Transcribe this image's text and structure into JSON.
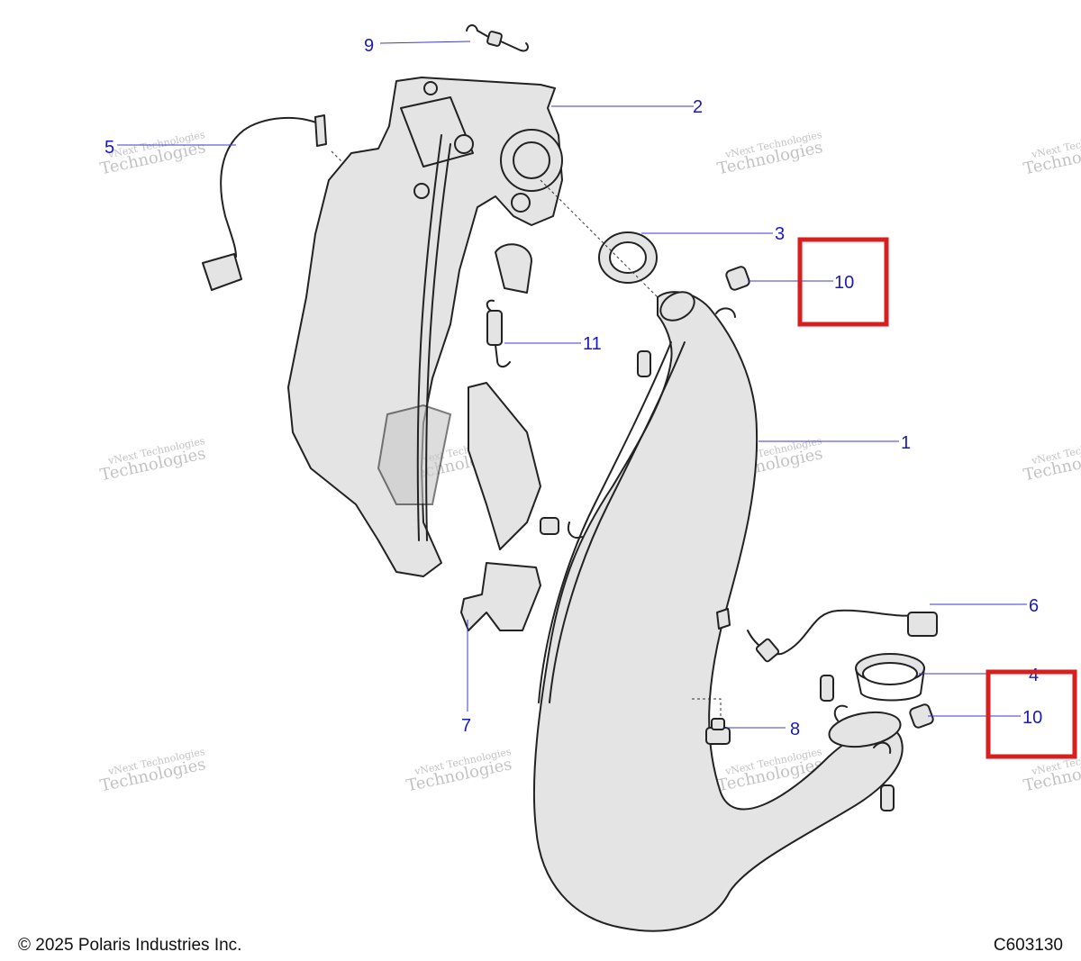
{
  "callouts": [
    {
      "id": "9",
      "label": "9"
    },
    {
      "id": "2",
      "label": "2"
    },
    {
      "id": "5",
      "label": "5"
    },
    {
      "id": "3",
      "label": "3"
    },
    {
      "id": "10a",
      "label": "10"
    },
    {
      "id": "11",
      "label": "11"
    },
    {
      "id": "1",
      "label": "1"
    },
    {
      "id": "6",
      "label": "6"
    },
    {
      "id": "4",
      "label": "4"
    },
    {
      "id": "10b",
      "label": "10"
    },
    {
      "id": "7",
      "label": "7"
    },
    {
      "id": "8",
      "label": "8"
    }
  ],
  "highlighted_callouts": [
    "10a",
    "10b"
  ],
  "watermark": {
    "line1": "vNext Technologies",
    "line2": "Technologies"
  },
  "footer": {
    "copyright": "© 2025 Polaris Industries Inc.",
    "diagram_code": "C603130"
  },
  "colors": {
    "callout": "#1a1ab8",
    "highlight": "#d81e1e",
    "part_fill": "#e4e4e4"
  }
}
